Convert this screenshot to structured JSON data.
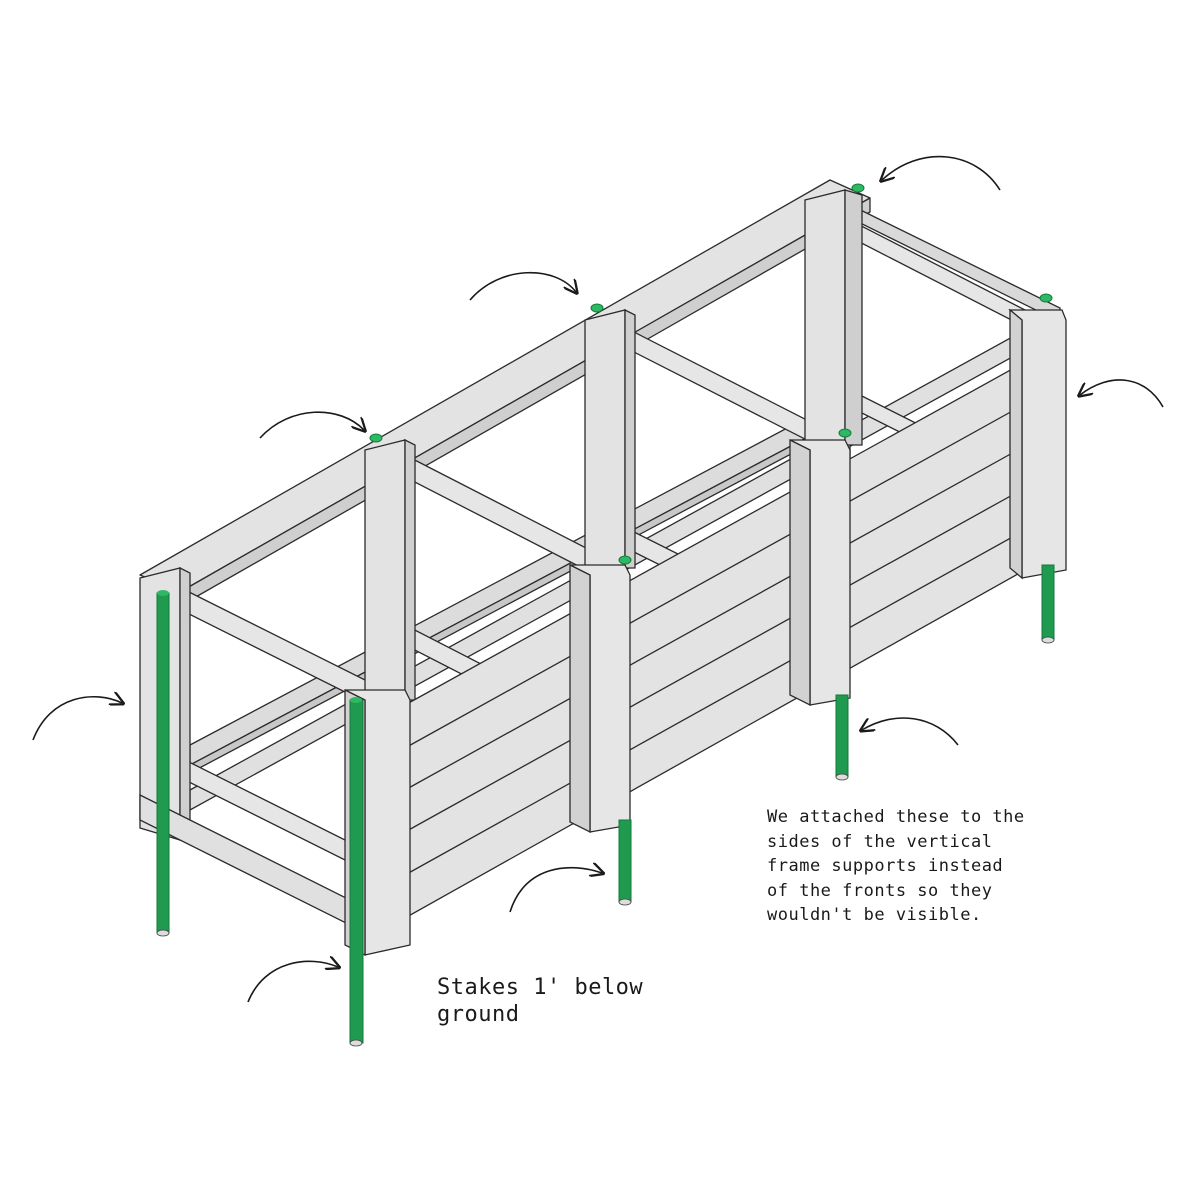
{
  "notes": {
    "stakes_line1": "Stakes 1' below",
    "stakes_line2": "ground",
    "attached_line1": "We attached these to the",
    "attached_line2": "sides of the vertical",
    "attached_line3": "frame supports instead",
    "attached_line4": "of the fronts so they",
    "attached_line5": "wouldn't be visible."
  },
  "colors": {
    "wood": "#e3e3e3",
    "wood_shade": "#cfcfcf",
    "outline": "#2b2b2b",
    "stake": "#1f9a4f",
    "stake_dark": "#127a3a",
    "arrow": "#1a1a1a"
  },
  "icons": {
    "stake": "green-metal-stake",
    "callout": "curved-arrow"
  }
}
